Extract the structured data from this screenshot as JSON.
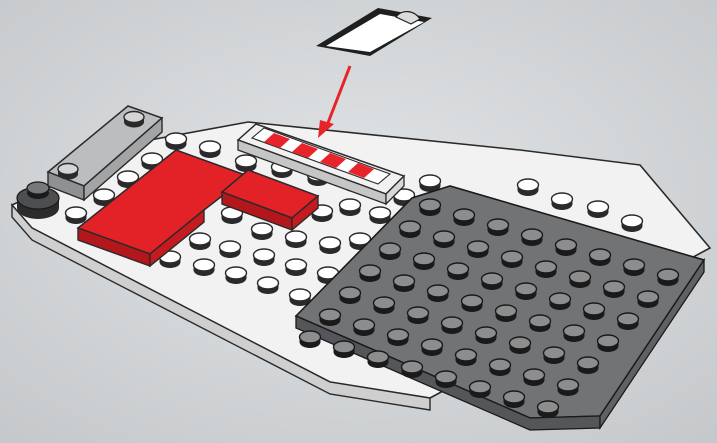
{
  "instruction_step": {
    "background_color": "#d3d6d8",
    "sticker": {
      "icon": "sticker-icon",
      "color": "#ffffff",
      "stripe_color": "#e8242b"
    },
    "arrow": {
      "icon": "down-left-arrow-icon",
      "color": "#e8242b"
    },
    "tile_with_sticker": {
      "stud_count": 4,
      "base_color": "#f1f1f1",
      "stripe_color": "#e8242b"
    },
    "base_plate": {
      "color": "#f0f0f0"
    },
    "dark_plate": {
      "color": "#6f7072",
      "columns": 8,
      "rows": 7
    },
    "red_tiles": {
      "count": 2,
      "color": "#e32228"
    },
    "grey_brick": {
      "color": "#a0a1a3"
    },
    "round_stud_stack": {
      "color": "#4d4e50"
    }
  }
}
